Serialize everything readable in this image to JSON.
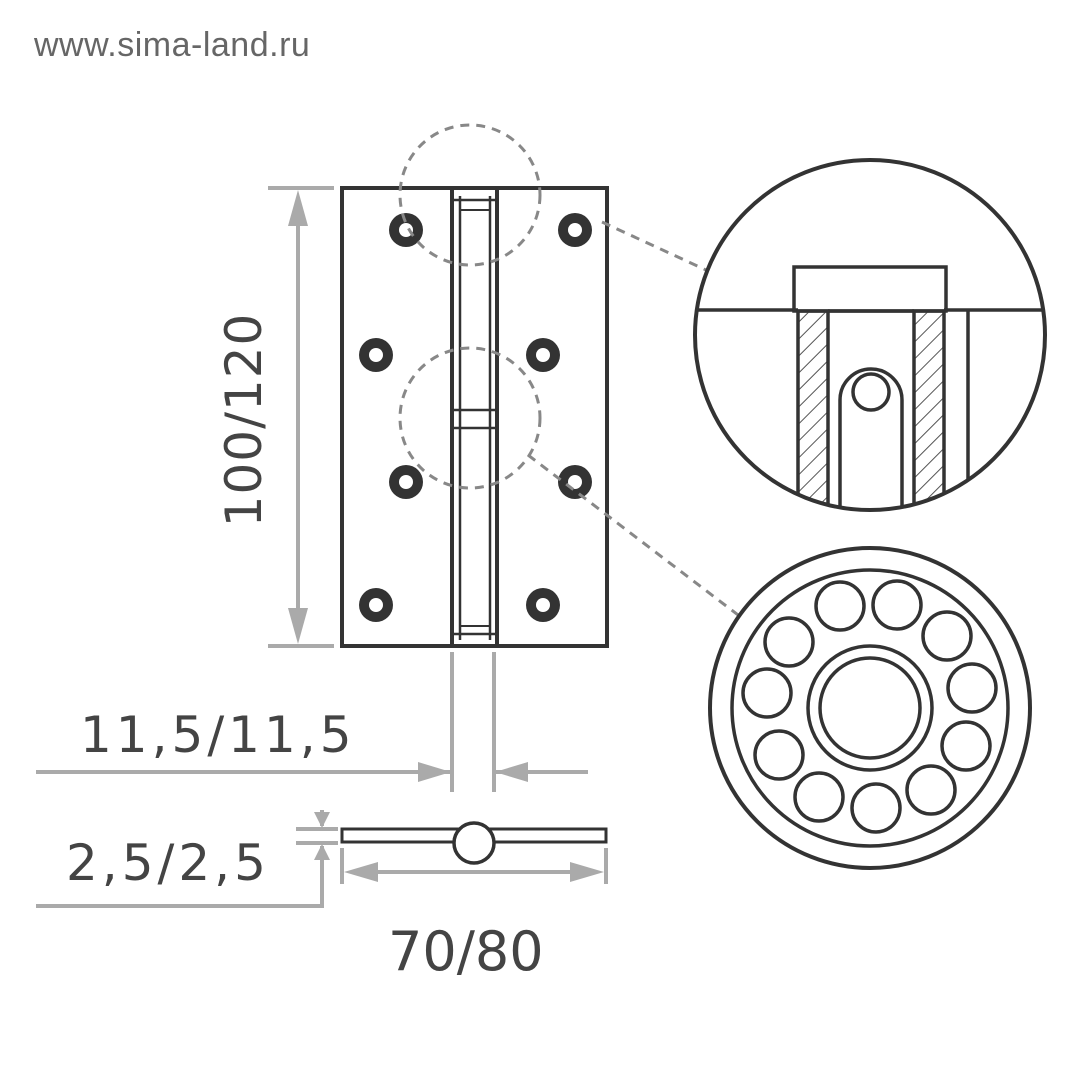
{
  "header": {
    "url": "www.sima-land.ru"
  },
  "dimensions": {
    "height": "100/120",
    "knuckle": "11,5/11,5",
    "thickness": "2,5/2,5",
    "width": "70/80"
  },
  "colors": {
    "outline": "#333333",
    "dimension_line": "#aaaaaa",
    "dashed": "#888888",
    "label": "#444444",
    "url": "#666666"
  },
  "icons": [
    "door-hinge-front-drawing",
    "bearing-section-detail",
    "ball-bearing-detail",
    "hinge-side-profile"
  ]
}
